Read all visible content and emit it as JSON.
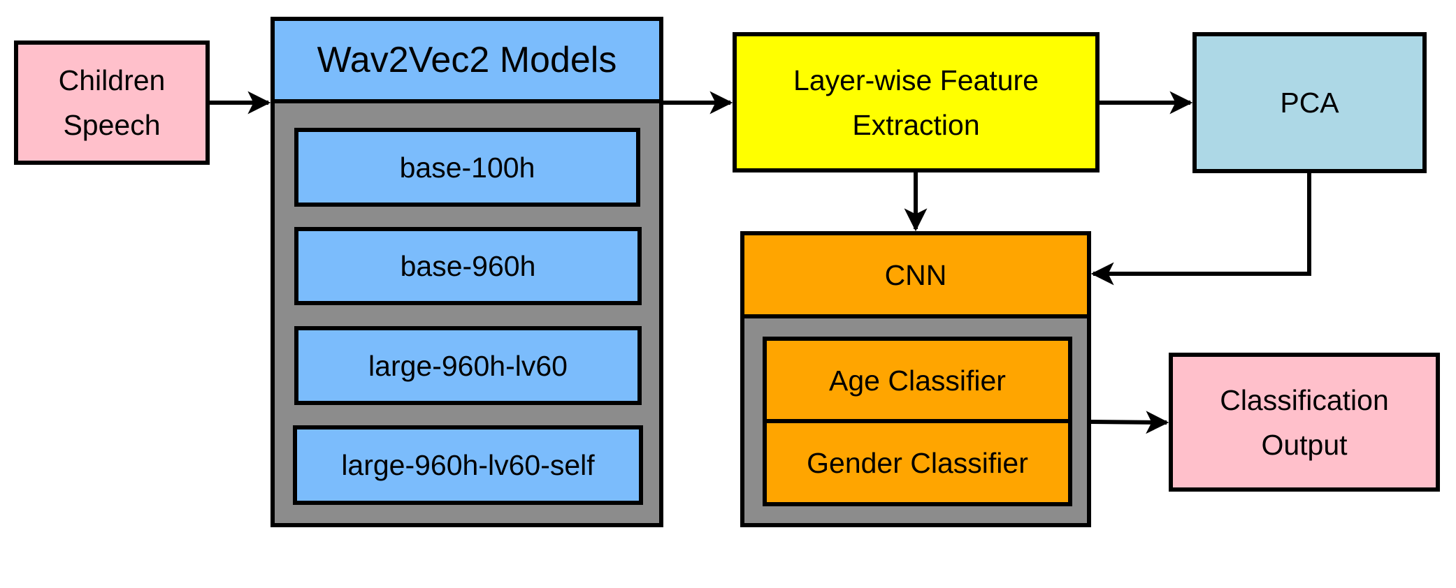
{
  "nodes": {
    "children_speech": "Children\nSpeech",
    "wav2vec_title": "Wav2Vec2 Models",
    "models": [
      "base-100h",
      "base-960h",
      "large-960h-lv60",
      "large-960h-lv60-self"
    ],
    "feature_extraction": "Layer-wise Feature\nExtraction",
    "pca": "PCA",
    "cnn": "CNN",
    "age_classifier": "Age Classifier",
    "gender_classifier": "Gender Classifier",
    "classification_output": "Classification\nOutput"
  },
  "colors": {
    "pink": "#ffc0cb",
    "model_blue": "#7bbcfc",
    "yellow": "#ffff00",
    "light_blue": "#add8e6",
    "orange": "#ffa500",
    "gray": "#8c8c8c"
  }
}
